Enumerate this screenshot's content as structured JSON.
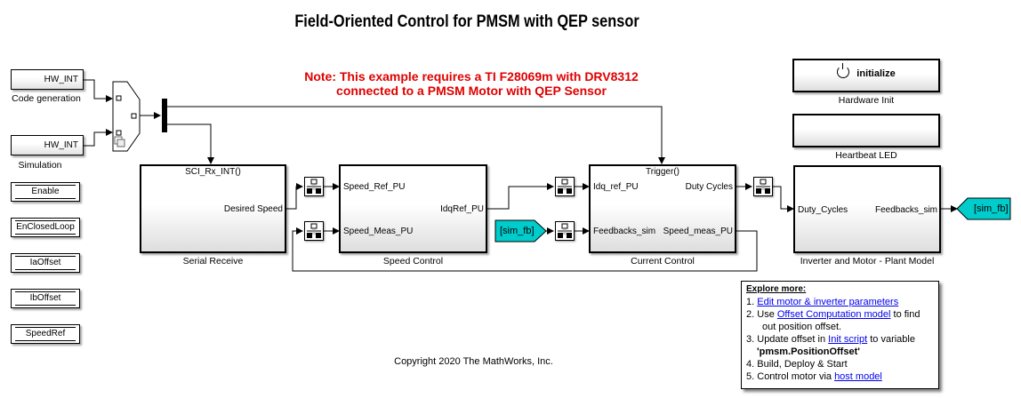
{
  "title": "Field-Oriented Control for PMSM with QEP sensor",
  "note": {
    "line1": "Note: This example requires a TI F28069m with DRV8312",
    "line2": "connected to a PMSM Motor with QEP Sensor"
  },
  "colors": {
    "note": "#e00000",
    "goto_tag": "#00cccc",
    "link": "#0000ee"
  },
  "interrupt_sources": [
    {
      "value": "HW_INT",
      "label": "Code generation"
    },
    {
      "value": "HW_INT",
      "label": "Simulation"
    }
  ],
  "data_stores": [
    "Enable",
    "EnClosedLoop",
    "IaOffset",
    "IbOffset",
    "SpeedRef"
  ],
  "blocks": {
    "serial_receive": {
      "name": "Serial Receive",
      "trigger": "SCI_Rx_INT()",
      "outputs": [
        "Desired Speed"
      ]
    },
    "speed_control": {
      "name": "Speed Control",
      "inputs": [
        "Speed_Ref_PU",
        "Speed_Meas_PU"
      ],
      "outputs": [
        "IdqRef_PU"
      ]
    },
    "current_control": {
      "name": "Current Control",
      "trigger": "Trigger()",
      "inputs": [
        "Idq_ref_PU",
        "Feedbacks_sim"
      ],
      "outputs": [
        "Duty Cycles",
        "Speed_meas_PU"
      ]
    },
    "plant_model": {
      "name": "Inverter and Motor - Plant Model",
      "inputs": [
        "Duty_Cycles"
      ],
      "outputs": [
        "Feedbacks_sim"
      ]
    },
    "hardware_init": {
      "name": "Hardware Init",
      "button_label": "initialize",
      "icon": "power-icon"
    },
    "heartbeat_led": {
      "name": "Heartbeat LED"
    }
  },
  "tags": {
    "from": "[sim_fb]",
    "goto": "[sim_fb]"
  },
  "explore": {
    "header": "Explore more:",
    "items": [
      {
        "num": "1.",
        "pre": "",
        "link": "Edit motor & inverter parameters",
        "post": ""
      },
      {
        "num": "2.",
        "pre": "Use ",
        "link": "Offset Computation model",
        "post": " to find",
        "cont": "out position offset."
      },
      {
        "num": "3.",
        "pre": "Update offset in ",
        "link": "Init script",
        "post": " to variable",
        "cont": "'pmsm.PositionOffset'"
      },
      {
        "num": "4.",
        "pre": "Build, Deploy & Start",
        "link": "",
        "post": ""
      },
      {
        "num": "5.",
        "pre": "Control motor via ",
        "link": "host model",
        "post": ""
      }
    ]
  },
  "copyright": "Copyright 2020 The MathWorks, Inc."
}
